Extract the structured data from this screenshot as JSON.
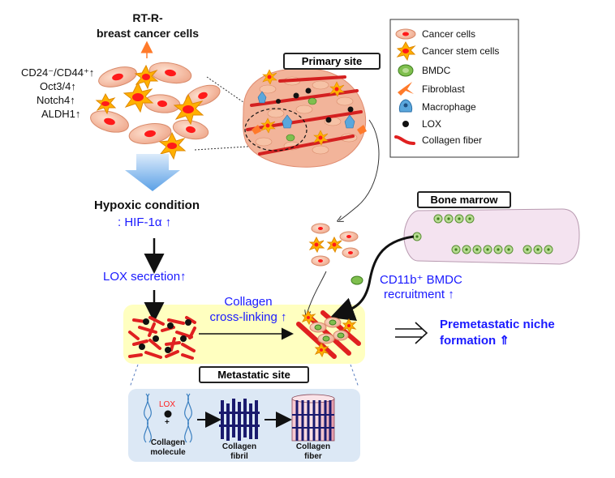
{
  "top_label_line1": "RT-R-",
  "top_label_line2": "breast cancer cells",
  "markers": [
    "CD24⁻/CD44⁺↑",
    "Oct3/4↑",
    "Notch4↑",
    "ALDH1↑"
  ],
  "primary_site": "Primary site",
  "legend": [
    {
      "icon": "cancer-cell-icon",
      "label": "Cancer cells"
    },
    {
      "icon": "cancer-stem-cell-icon",
      "label": "Cancer stem cells"
    },
    {
      "icon": "bmdc-icon",
      "label": "BMDC"
    },
    {
      "icon": "fibroblast-icon",
      "label": "Fibroblast"
    },
    {
      "icon": "macrophage-icon",
      "label": "Macrophage"
    },
    {
      "icon": "lox-dot-icon",
      "label": "LOX"
    },
    {
      "icon": "collagen-fiber-icon",
      "label": "Collagen fiber"
    }
  ],
  "hypoxic_title": "Hypoxic condition",
  "hif": ": HIF-1α ↑",
  "lox_secretion": "LOX secretion↑",
  "bone_marrow": "Bone marrow",
  "cd11b_line1": "CD11b⁺ BMDC",
  "cd11b_line2": "recruitment ↑",
  "collagen_line1": "Collagen",
  "collagen_line2": "cross-linking ↑",
  "premet_line1": "Premetastatic niche",
  "premet_line2": "formation ⇑",
  "metastatic_site": "Metastatic site",
  "bottom": {
    "lox": "LOX",
    "plus": "+",
    "molecule_line1": "Collagen",
    "molecule_line2": "molecule",
    "fibril_line1": "Collagen",
    "fibril_line2": "fibril",
    "fiber_line1": "Collagen",
    "fiber_line2": "fiber"
  },
  "colors": {
    "blue_text": "#1a1aff",
    "yellow_band": "#ffffc0",
    "bottom_panel": "#dce8f5",
    "cancer_cell": "#f6c2a6",
    "nucleus": "#ff1a1a",
    "stem_cell": "#ffb000",
    "fibroblast": "#ff7a2a",
    "macrophage": "#5aa7dc",
    "bmdc": "#7fbf4e",
    "collagen": "#e02020",
    "collagen_fibril": "#1a1a6e",
    "collagen_fiber": "#f0b3bf",
    "bone_marrow": "#f4e3f0"
  }
}
